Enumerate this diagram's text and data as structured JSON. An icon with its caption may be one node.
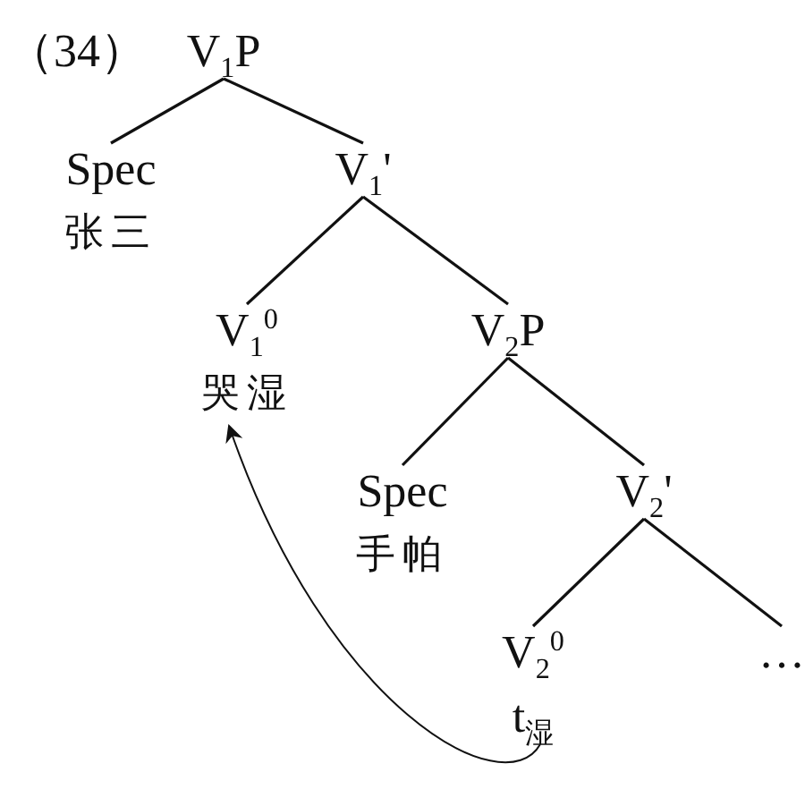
{
  "diagram": {
    "nodes": [
      {
        "text": [
          "V$_{1}$P"
        ]
      },
      {
        "text": [
          "Spec",
          "张三"
        ]
      },
      {
        "text": [
          "V$_{1}$'"
        ]
      },
      {
        "text": [
          "V$_{1}$$^{0}$",
          "哭湿"
        ]
      },
      {
        "text": [
          "V$_{2}$P"
        ]
      },
      {
        "text": [
          "Spec",
          "手帕"
        ]
      },
      {
        "text": [
          "V$_{2}$'"
        ]
      },
      {
        "text": [
          "V$_{2}$$^{0}$",
          "t$_{湿}$"
        ]
      },
      {
        "text": [
          "…"
        ]
      }
    ],
    "edges": [
      {
        "from": 0,
        "to": 1,
        "arrow": "none"
      },
      {
        "from": 0,
        "to": 2,
        "arrow": "none"
      },
      {
        "from": 2,
        "to": 3,
        "arrow": "none"
      },
      {
        "from": 2,
        "to": 4,
        "arrow": "none"
      },
      {
        "from": 4,
        "to": 5,
        "arrow": "none"
      },
      {
        "from": 4,
        "to": 6,
        "arrow": "none"
      },
      {
        "from": 6,
        "to": 7,
        "arrow": "none"
      },
      {
        "from": 6,
        "to": 8,
        "arrow": "none"
      },
      {
        "from": 7,
        "to": 3,
        "arrow": "to"
      }
    ],
    "labels": [
      "（34）"
    ]
  }
}
